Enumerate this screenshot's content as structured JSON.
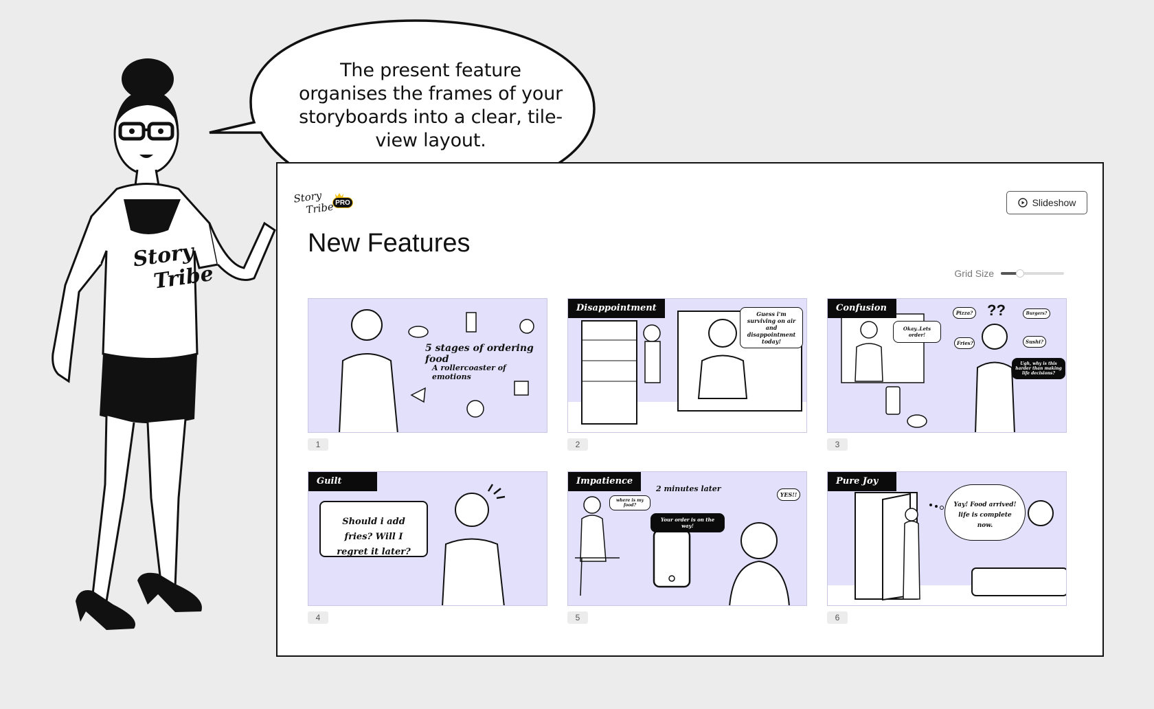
{
  "speech_bubble": {
    "text": "The present feature organises the frames of your storyboards into a clear, tile-view layout."
  },
  "character": {
    "shirt_text_line1": "Story",
    "shirt_text_line2": "Tribe"
  },
  "app": {
    "logo": {
      "line1": "Story",
      "line2": "Tribe",
      "badge": "PRO"
    },
    "slideshow_label": "Slideshow",
    "page_title": "New Features",
    "grid_size_label": "Grid Size",
    "grid_size_value": 0.3,
    "accent_frame_bg": "#e3e0fb"
  },
  "frames": [
    {
      "number": "1",
      "tag": "",
      "title": "5 stages of ordering food",
      "subtitle": "A rollercoaster of emotions"
    },
    {
      "number": "2",
      "tag": "Disappointment",
      "speech": "Guess i'm surviving on air and disappointment today!"
    },
    {
      "number": "3",
      "tag": "Confusion",
      "speech": "Okay..Lets order!",
      "bubbles": [
        "Pizza?",
        "Burgers?",
        "Fries?",
        "Sushi?"
      ],
      "dark_speech": "Ugh, why is this harder than making life decisions?"
    },
    {
      "number": "4",
      "tag": "Guilt",
      "speech": "Should i add fries? Will I regret it later?"
    },
    {
      "number": "5",
      "tag": "Impatience",
      "caption": "2 minutes later",
      "speech": "where is my food?",
      "dark_speech": "Your order is on the way!",
      "exclaim": "YES!!"
    },
    {
      "number": "6",
      "tag": "Pure Joy",
      "speech": "Yay! Food arrived! life is complete now."
    }
  ]
}
